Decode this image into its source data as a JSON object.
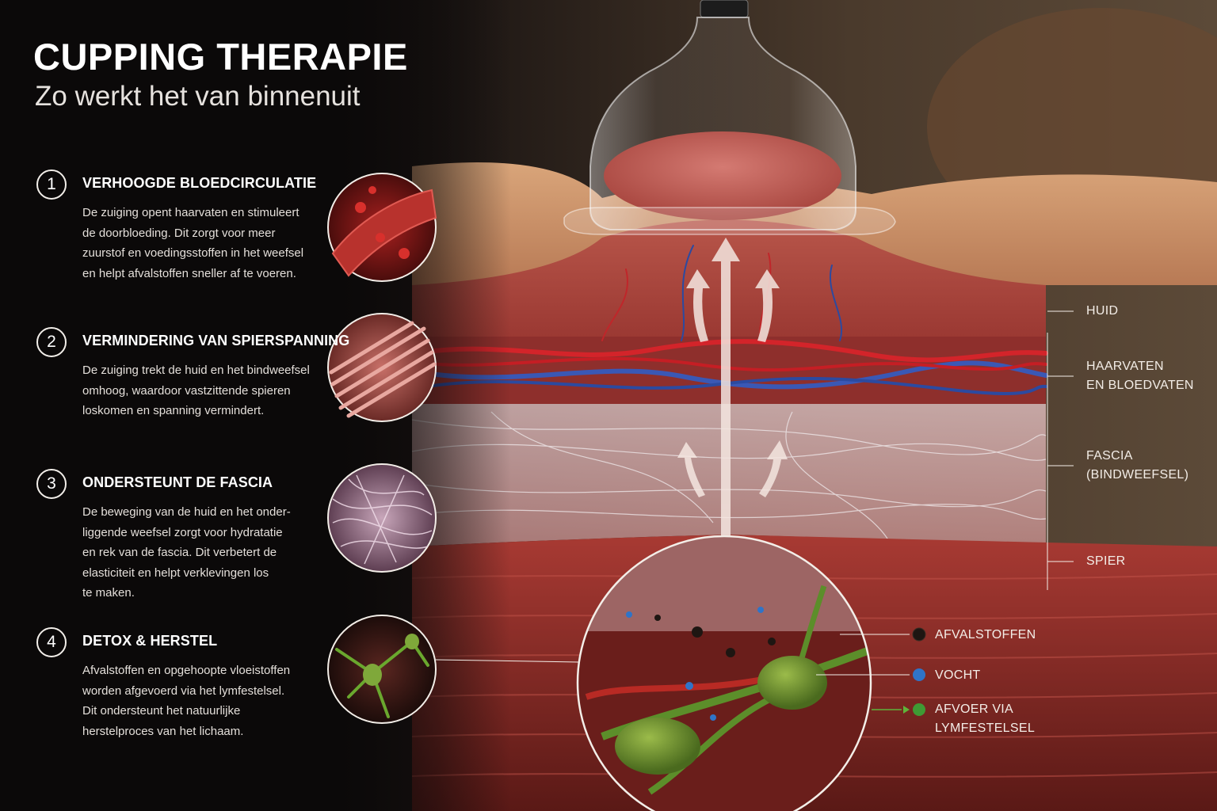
{
  "header": {
    "title": "CUPPING THERAPIE",
    "subtitle": "Zo werkt het van binnenuit"
  },
  "steps": [
    {
      "number": "1",
      "title": "VERHOOGDE BLOEDCIRCULATIE",
      "lines": [
        "De zuiging opent haarvaten en stimuleert",
        "de doorbloeding. Dit zorgt voor meer",
        "zuurstof en voedingsstoffen in het weefsel",
        "en helpt afvalstoffen sneller af te voeren."
      ],
      "icon": "blood-vessel-icon"
    },
    {
      "number": "2",
      "title": "VERMINDERING VAN SPIERSPANNING",
      "lines": [
        "De zuiging trekt de huid en het bindweefsel",
        "omhoog, waardoor vastzittende spieren",
        "loskomen en spanning vermindert."
      ],
      "icon": "muscle-fibers-icon"
    },
    {
      "number": "3",
      "title": "ONDERSTEUNT DE FASCIA",
      "lines": [
        "De beweging van de huid en het onder-",
        "liggende weefsel zorgt voor hydratatie",
        "en rek van de fascia. Dit verbetert de",
        "elasticiteit en helpt verklevingen los",
        "te maken."
      ],
      "icon": "fascia-network-icon"
    },
    {
      "number": "4",
      "title": "DETOX & HERSTEL",
      "lines": [
        "Afvalstoffen en opgehoopte vloeistoffen",
        "worden afgevoerd via het lymfestelsel.",
        "Dit ondersteunt het natuurlijke",
        "herstelproces van het lichaam."
      ],
      "icon": "lymph-node-icon"
    }
  ],
  "layers": [
    {
      "lines": [
        "HUID"
      ]
    },
    {
      "lines": [
        "HAARVATEN",
        "EN BLOEDVATEN"
      ]
    },
    {
      "lines": [
        "FASCIA",
        "(BINDWEEFSEL)"
      ]
    },
    {
      "lines": [
        "SPIER"
      ]
    }
  ],
  "legend": [
    {
      "lines": [
        "AFVALSTOFFEN"
      ],
      "color": "#1e1612"
    },
    {
      "lines": [
        "VOCHT"
      ],
      "color": "#2f74c8"
    },
    {
      "lines": [
        "AFVOER VIA",
        "LYMFESTELSEL"
      ],
      "color": "#3f9a34"
    }
  ],
  "colors": {
    "skin": "#c99067",
    "muscle": "#8e2a27",
    "artery": "#c21f25",
    "vein": "#2e4fa8",
    "fascia": "#e8e4e6",
    "lymph": "#5f8c2c"
  }
}
